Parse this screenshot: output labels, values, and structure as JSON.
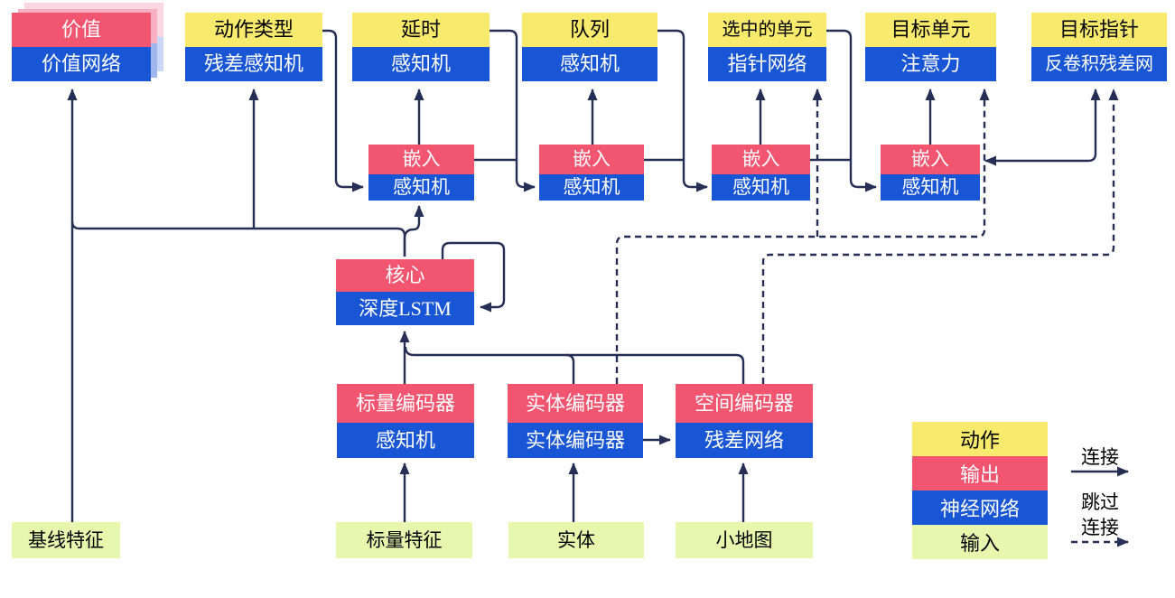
{
  "diagram": {
    "heads": [
      {
        "top": "价值",
        "bottom": "价值网络"
      },
      {
        "top": "动作类型",
        "bottom": "残差感知机"
      },
      {
        "top": "延时",
        "bottom": "感知机"
      },
      {
        "top": "队列",
        "bottom": "感知机"
      },
      {
        "top": "选中的单元",
        "bottom": "指针网络"
      },
      {
        "top": "目标单元",
        "bottom": "注意力"
      },
      {
        "top": "目标指针",
        "bottom": "反卷积残差网"
      }
    ],
    "embeddings": [
      {
        "top": "嵌入",
        "bottom": "感知机"
      },
      {
        "top": "嵌入",
        "bottom": "感知机"
      },
      {
        "top": "嵌入",
        "bottom": "感知机"
      },
      {
        "top": "嵌入",
        "bottom": "感知机"
      }
    ],
    "core": {
      "top": "核心",
      "bottom": "深度LSTM"
    },
    "encoders": [
      {
        "top": "标量编码器",
        "bottom": "感知机"
      },
      {
        "top": "实体编码器",
        "bottom": "实体编码器"
      },
      {
        "top": "空间编码器",
        "bottom": "残差网络"
      }
    ],
    "inputs": [
      "基线特征",
      "标量特征",
      "实体",
      "小地图"
    ],
    "legend": {
      "rows": [
        {
          "label": "动作",
          "color_key": "action"
        },
        {
          "label": "输出",
          "color_key": "output"
        },
        {
          "label": "神经网络",
          "color_key": "network"
        },
        {
          "label": "输入",
          "color_key": "input"
        }
      ],
      "solid_arrow_label": "连接",
      "dashed_arrow_label_line1": "跳过",
      "dashed_arrow_label_line2": "连接"
    },
    "colors": {
      "action": "#F8EA6C",
      "output": "#F2556F",
      "network": "#1956D5",
      "input": "#E8F7AE",
      "line": "#252E55",
      "value_shadow1_top": "#F7AFC4",
      "value_shadow1_bottom": "#9FB6EF",
      "value_shadow2_top": "#FBD7E1",
      "value_shadow2_bottom": "#CBD7F7"
    }
  }
}
